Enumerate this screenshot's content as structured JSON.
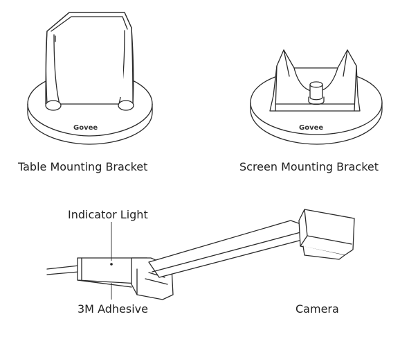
{
  "labels": {
    "table_bracket": "Table Mounting Bracket",
    "screen_bracket": "Screen Mounting Bracket",
    "indicator_light": "Indicator Light",
    "adhesive": "3M Adhesive",
    "camera": "Camera"
  },
  "brand": {
    "logo_table": "Govee",
    "logo_screen": "Govee"
  }
}
